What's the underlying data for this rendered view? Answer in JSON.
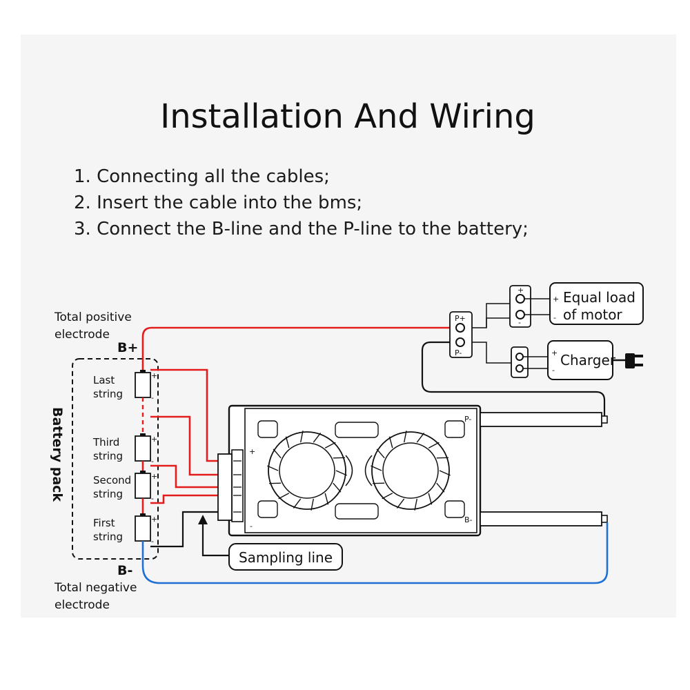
{
  "title": "Installation And Wiring",
  "steps": [
    "1. Connecting all the cables;",
    "2. Insert the cable into the bms;",
    "3. Connect the B-line and the P-line to the battery;"
  ],
  "labels": {
    "total_positive_line1": "Total positive",
    "total_positive_line2": "electrode",
    "b_plus": "B+",
    "b_minus": "B-",
    "total_negative_line1": "Total negative",
    "total_negative_line2": "electrode",
    "battery_pack": "Battery pack",
    "last_string_1": "Last",
    "last_string_2": "string",
    "third_string_1": "Third",
    "third_string_2": "string",
    "second_string_1": "Second",
    "second_string_2": "string",
    "first_string_1": "First",
    "first_string_2": "string",
    "sampling_line": "Sampling line",
    "p_plus": "P+",
    "p_minus": "P-",
    "equal_load_1": "Equal load",
    "equal_load_2": "of motor",
    "charger": "Charger",
    "bms_p_minus": "P-",
    "bms_b_minus": "B-",
    "plus": "+",
    "minus": "-"
  },
  "colors": {
    "positive_wire": "#e31b1b",
    "negative_wire": "#1f6fd4",
    "sampling_wire": "#111111",
    "background": "#f5f5f5"
  }
}
